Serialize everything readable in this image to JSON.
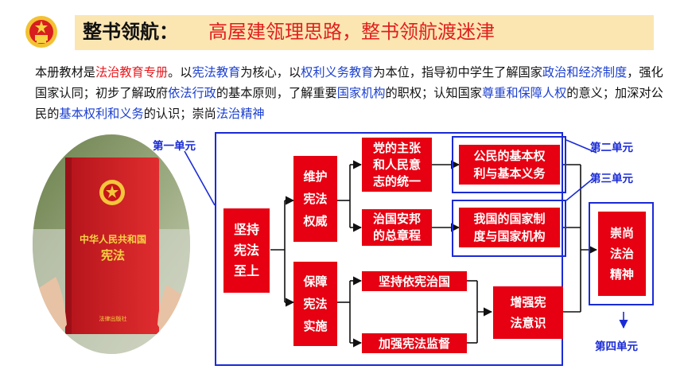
{
  "header": {
    "title": "整书领航：",
    "subtitle": "高屋建瓴理思路，整书领航渡迷津"
  },
  "intro": [
    {
      "t": "本册教材是",
      "c": "plain"
    },
    {
      "t": "法治教育专册",
      "c": "red"
    },
    {
      "t": "。以",
      "c": "plain"
    },
    {
      "t": "宪法教育",
      "c": "blue"
    },
    {
      "t": "为核心，以",
      "c": "plain"
    },
    {
      "t": "权利义务教育",
      "c": "blue"
    },
    {
      "t": "为本位，指导初中学生了解国家",
      "c": "plain"
    },
    {
      "t": "政治和经济制度",
      "c": "blue"
    },
    {
      "t": "，强化国家认同；初步了解政府",
      "c": "plain"
    },
    {
      "t": "依法行政",
      "c": "blue"
    },
    {
      "t": "的基本原则，了解重要",
      "c": "plain"
    },
    {
      "t": "国家机构",
      "c": "blue"
    },
    {
      "t": "的职权；认知国家",
      "c": "plain"
    },
    {
      "t": "尊重和保障人权",
      "c": "blue"
    },
    {
      "t": "的意义；加深对公民的",
      "c": "plain"
    },
    {
      "t": "基本权利和义务",
      "c": "blue"
    },
    {
      "t": "的认识；崇尚",
      "c": "plain"
    },
    {
      "t": "法治精神",
      "c": "blue"
    }
  ],
  "photo": {
    "book_title": "中华人民共和国",
    "book_subtitle": "宪法",
    "publisher": "法律出版社"
  },
  "units": {
    "unit1": "第一单元",
    "unit2": "第二单元",
    "unit3": "第三单元",
    "unit4": "第四单元"
  },
  "nodes": {
    "root": "坚持\n宪法\n至上",
    "maintain": "维护\n宪法\n权威",
    "guarantee": "保障\n宪法\n实施",
    "unity": "党的主张\n和人民意\n志的统一",
    "charter": "治国安邦\n的总章程",
    "rule_by_constitution": "坚持依宪治国",
    "supervision": "加强宪法监督",
    "awareness": "增强宪\n法意识",
    "rights": "公民的基本权\n利与基本义务",
    "system": "我国的国家制\n度与国家机构",
    "spirit": "崇尚\n法治\n精神"
  },
  "colors": {
    "box": "#e60012",
    "frame": "#1a2bd6",
    "header_bg": "#fbe6b2",
    "highlight_red": "#e8161b",
    "highlight_blue": "#1b3fd0"
  }
}
